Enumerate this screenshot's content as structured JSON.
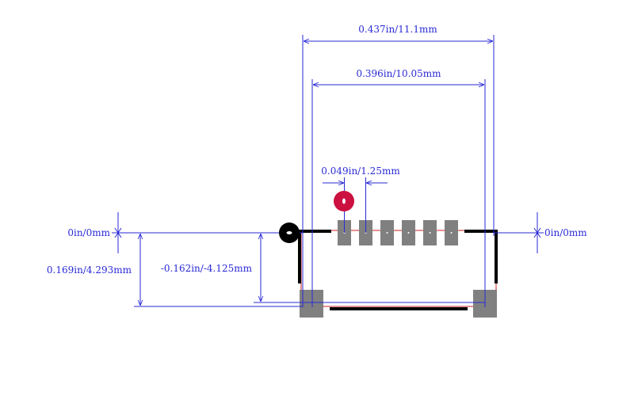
{
  "colors": {
    "background": "#ffffff",
    "dimension": "#2a2ad6",
    "pad": "#808080",
    "silkscreen": "#000000",
    "courtyard": "#cc2222",
    "origin_marker": "#000000",
    "pin1_marker": "#cc1040"
  },
  "dimensions": {
    "overall_width": "0.437in/11.1mm",
    "inner_width": "0.396in/10.05mm",
    "pad_pitch": "0.049in/1.25mm",
    "origin_left": "0in/0mm",
    "origin_right": "0in/0mm",
    "mount_offset": "0.169in/4.293mm",
    "row_offset": "-0.162in/-4.125mm"
  },
  "footprint": {
    "signal_pad_count": 6,
    "mount_pad_count": 2
  },
  "icons": {
    "origin": "origin-marker-icon",
    "pin1": "pin1-marker-icon"
  }
}
